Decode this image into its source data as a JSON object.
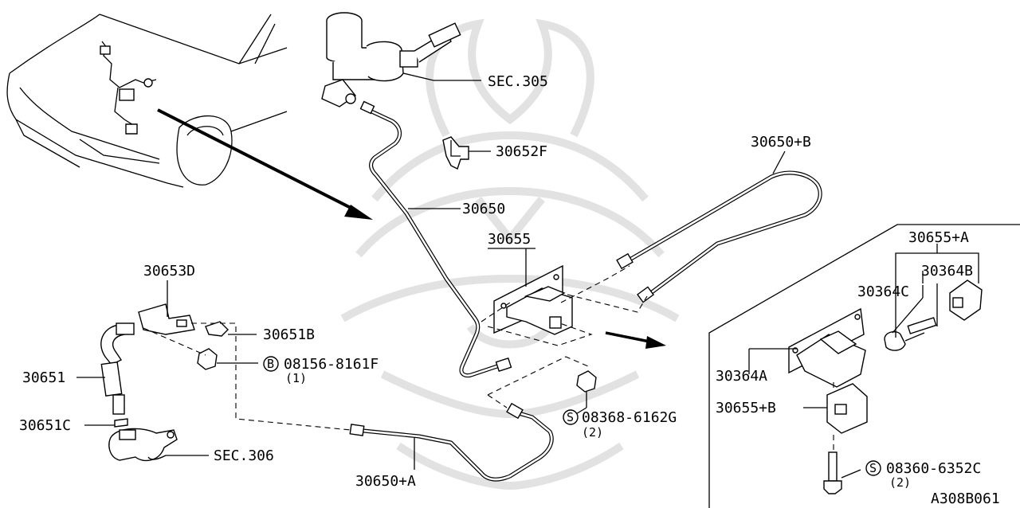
{
  "diagram_code": "A308B061",
  "labels": {
    "sec305": "SEC.305",
    "p30652F": "30652F",
    "p30650B": "30650+B",
    "p30650": "30650",
    "p30655": "30655",
    "p30653D": "30653D",
    "p30651B": "30651B",
    "p08156": "08156-8161F",
    "q08156": "(1)",
    "p30651": "30651",
    "p30651C": "30651C",
    "sec306": "SEC.306",
    "p30650A": "30650+A",
    "p08368": "08368-6162G",
    "q08368": "(2)",
    "p30655A": "30655+A",
    "p30364B": "30364B",
    "p30364C": "30364C",
    "p30364A": "30364A",
    "p30655B": "30655+B",
    "p08360": "08360-6352C",
    "q08360": "(2)"
  },
  "symbols": {
    "bolt": "B",
    "screw": "S"
  }
}
